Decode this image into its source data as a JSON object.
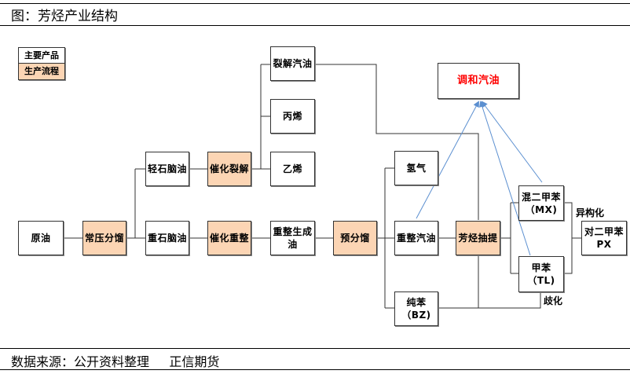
{
  "header": {
    "title": "图：芳烃产业结构"
  },
  "footer": {
    "source": "数据来源：公开资料整理     正信期货"
  },
  "legend": {
    "product_label": "主要产品",
    "process_label": "生产流程"
  },
  "colors": {
    "process_fill": "#fcd5b4",
    "product_fill": "#ffffff",
    "highlight_text": "#ff0000",
    "arrow": "#5b8fd0",
    "line": "#333333"
  },
  "nodes": {
    "crude": "原油",
    "atm_distill": "常压分馏",
    "light_naphtha": "轻石脑油",
    "heavy_naphtha": "重石脑油",
    "cat_cracking": "催化裂解",
    "cat_reforming": "催化重整",
    "cracked_gasoline": "裂解汽油",
    "propylene": "丙烯",
    "ethylene": "乙烯",
    "reformate": "重整生成油",
    "pre_fraction": "预分馏",
    "hydrogen": "氢气",
    "reformed_gasoline": "重整汽油",
    "benzene": "纯苯（BZ)",
    "aromatics_extraction": "芳烃抽提",
    "blended_gasoline": "调和汽油",
    "mixed_xylene": "混二甲苯\n（MX)",
    "toluene": "甲苯（TL)",
    "px": "对二甲苯PX"
  },
  "annotations": {
    "isomerization": "异构化",
    "disproportionation": "歧化"
  }
}
